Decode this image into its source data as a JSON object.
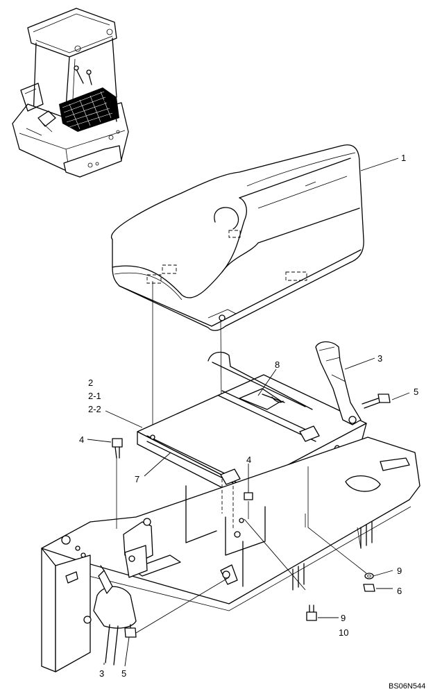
{
  "callouts": {
    "c1": "1",
    "c2": "2",
    "c2_1": "2-1",
    "c2_2": "2-2",
    "c3_top": "3",
    "c3_bottom": "3",
    "c4_left": "4",
    "c4_center": "4",
    "c5_right": "5",
    "c5_bottom": "5",
    "c6": "6",
    "c7": "7",
    "c8": "8",
    "c9_right": "9",
    "c9_bottom": "9",
    "c10": "10"
  },
  "figure_code": "BS06N544"
}
